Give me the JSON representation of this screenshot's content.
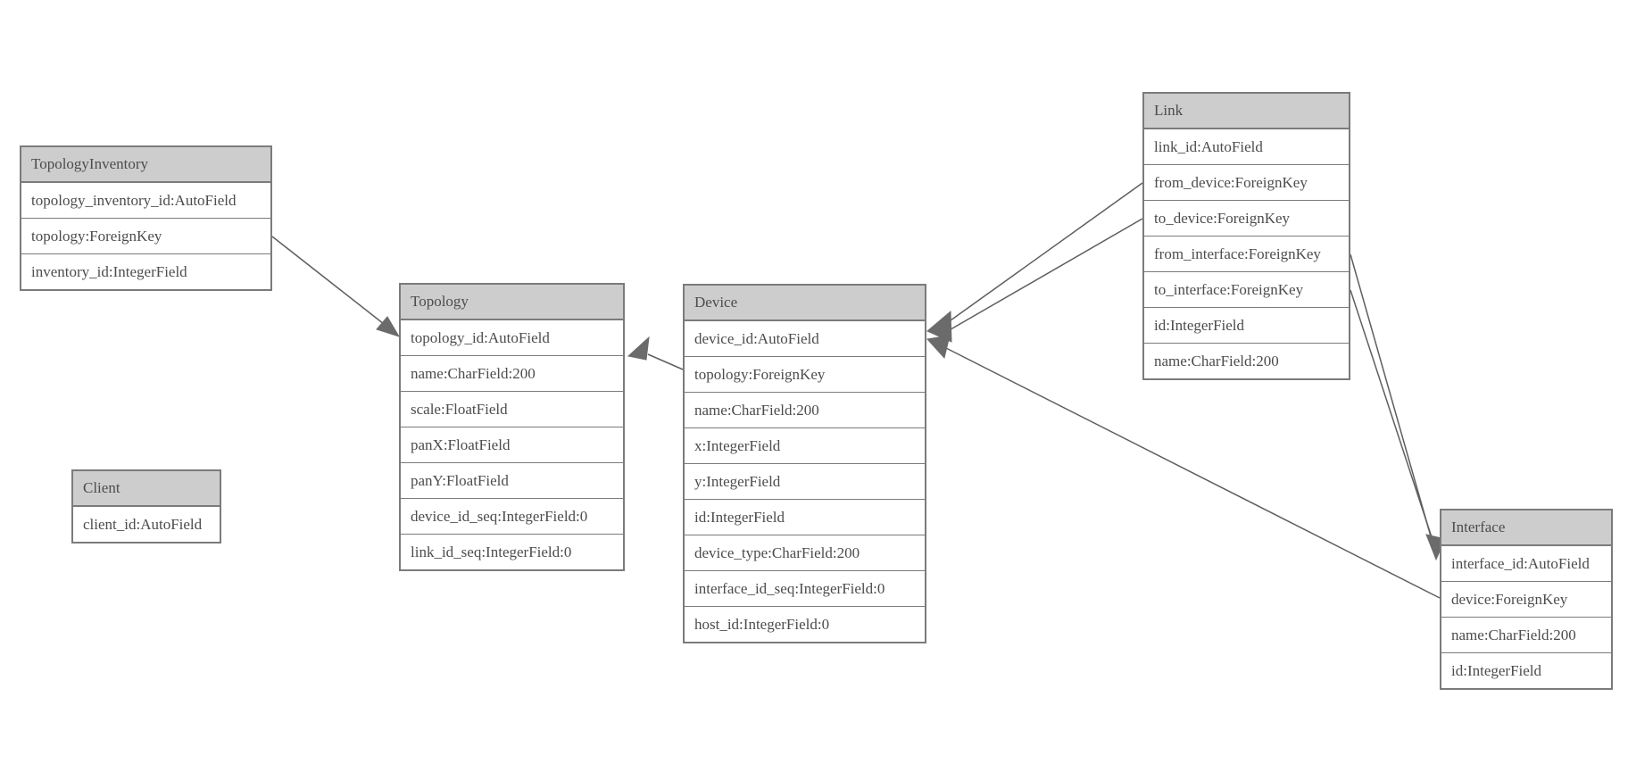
{
  "diagram_type": "database-model-diagram",
  "colors": {
    "background": "#ffffff",
    "header_fill": "#cdcdcd",
    "table_border": "#7b7b7b",
    "field_text": "#4c4c4c",
    "edge_line": "#5e5e5e",
    "arrow_fill": "#6b6b6b"
  },
  "tables": {
    "topologyInventory": {
      "name": "TopologyInventory",
      "fields": [
        "topology_inventory_id:AutoField",
        "topology:ForeignKey",
        "inventory_id:IntegerField"
      ]
    },
    "topology": {
      "name": "Topology",
      "fields": [
        "topology_id:AutoField",
        "name:CharField:200",
        "scale:FloatField",
        "panX:FloatField",
        "panY:FloatField",
        "device_id_seq:IntegerField:0",
        "link_id_seq:IntegerField:0"
      ]
    },
    "client": {
      "name": "Client",
      "fields": [
        "client_id:AutoField"
      ]
    },
    "device": {
      "name": "Device",
      "fields": [
        "device_id:AutoField",
        "topology:ForeignKey",
        "name:CharField:200",
        "x:IntegerField",
        "y:IntegerField",
        "id:IntegerField",
        "device_type:CharField:200",
        "interface_id_seq:IntegerField:0",
        "host_id:IntegerField:0"
      ]
    },
    "link": {
      "name": "Link",
      "fields": [
        "link_id:AutoField",
        "from_device:ForeignKey",
        "to_device:ForeignKey",
        "from_interface:ForeignKey",
        "to_interface:ForeignKey",
        "id:IntegerField",
        "name:CharField:200"
      ]
    },
    "interface": {
      "name": "Interface",
      "fields": [
        "interface_id:AutoField",
        "device:ForeignKey",
        "name:CharField:200",
        "id:IntegerField"
      ]
    }
  },
  "relationships": [
    {
      "from": "TopologyInventory.topology",
      "to": "Topology"
    },
    {
      "from": "Device.topology",
      "to": "Topology"
    },
    {
      "from": "Link.from_device",
      "to": "Device"
    },
    {
      "from": "Link.to_device",
      "to": "Device"
    },
    {
      "from": "Link.from_interface",
      "to": "Interface"
    },
    {
      "from": "Link.to_interface",
      "to": "Interface"
    },
    {
      "from": "Interface.device",
      "to": "Device"
    }
  ]
}
